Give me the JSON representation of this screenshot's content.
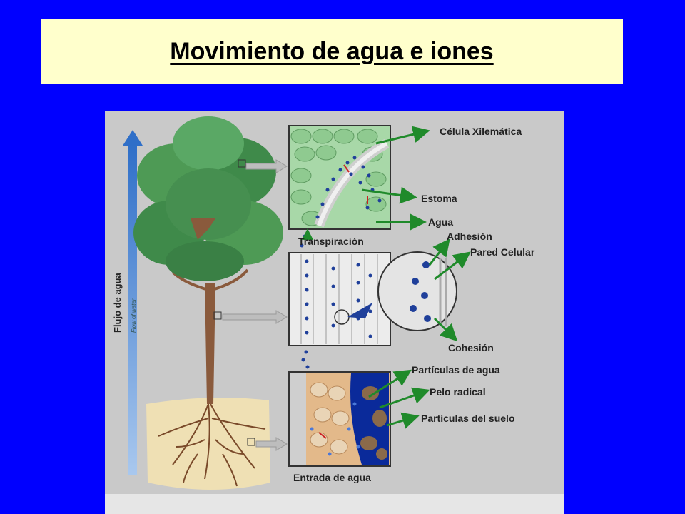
{
  "slide": {
    "title": "Movimiento de agua e iones"
  },
  "diagram": {
    "side_label": "Flujo de agua",
    "side_sublabel": "Flow of water",
    "labels": {
      "xylem_cell": "Célula Xilemática",
      "stoma": "Estoma",
      "water": "Agua",
      "transpiration": "Transpiración",
      "adhesion": "Adhesión",
      "cell_wall": "Pared Celular",
      "cohesion": "Cohesión",
      "water_particles": "Partículas de agua",
      "root_hair": "Pelo radical",
      "soil_particles": "Partículas del suelo",
      "water_entry": "Entrada de agua"
    },
    "colors": {
      "background": "#0000ff",
      "title_box": "#ffffcc",
      "figure_bg": "#c9c9c9",
      "foliage": "#3f8a4a",
      "trunk": "#8a5a3c",
      "water_drop": "#1f3f9a",
      "arrow_green": "#1f8a2a",
      "arrow_red": "#cc2222",
      "flow_arrow": "#3f7fd0"
    }
  }
}
